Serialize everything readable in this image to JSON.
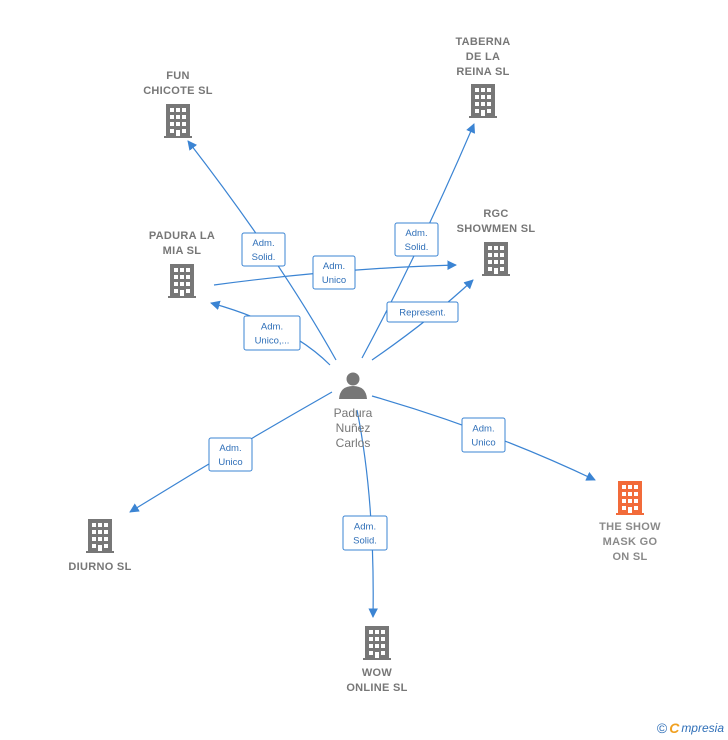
{
  "center": {
    "lines": [
      "Padura",
      "Nuñez",
      "Carlos"
    ],
    "icon": "person-icon"
  },
  "companies": [
    {
      "id": "fun-chicote",
      "lines": [
        "FUN",
        "CHICOTE  SL"
      ],
      "icon": "building-icon",
      "color": "#777777",
      "highlight": false
    },
    {
      "id": "taberna",
      "lines": [
        "TABERNA",
        "DE LA",
        "REINA  SL"
      ],
      "icon": "building-icon",
      "color": "#777777",
      "highlight": false
    },
    {
      "id": "padura-la-mia",
      "lines": [
        "PADURA LA",
        "MIA  SL"
      ],
      "icon": "building-icon",
      "color": "#777777",
      "highlight": false
    },
    {
      "id": "rgc-showmen",
      "lines": [
        "RGC",
        "SHOWMEN  SL"
      ],
      "icon": "building-icon",
      "color": "#777777",
      "highlight": false
    },
    {
      "id": "diurno",
      "lines": [
        "DIURNO SL"
      ],
      "icon": "building-icon",
      "color": "#777777",
      "highlight": false
    },
    {
      "id": "wow-online",
      "lines": [
        "WOW",
        "ONLINE SL"
      ],
      "icon": "building-icon",
      "color": "#777777",
      "highlight": false
    },
    {
      "id": "the-show-mask",
      "lines": [
        "THE SHOW",
        "MASK GO",
        "ON  SL"
      ],
      "icon": "building-icon",
      "color": "#f26b3a",
      "highlight": true
    }
  ],
  "edges": [
    {
      "to": "fun-chicote",
      "label": [
        "Adm.",
        "Solid."
      ]
    },
    {
      "to": "taberna",
      "label": [
        "Adm.",
        "Solid."
      ]
    },
    {
      "to": "rgc-showmen",
      "label": [
        "Adm.",
        "Unico"
      ]
    },
    {
      "to": "padura-la-mia",
      "label": [
        "Adm.",
        "Unico,..."
      ]
    },
    {
      "to": "rgc-showmen",
      "label": [
        "Represent."
      ]
    },
    {
      "to": "diurno",
      "label": [
        "Adm.",
        "Unico"
      ]
    },
    {
      "to": "wow-online",
      "label": [
        "Adm.",
        "Solid."
      ]
    },
    {
      "to": "the-show-mask",
      "label": [
        "Adm.",
        "Unico"
      ]
    }
  ],
  "footer": {
    "copyright": "©",
    "brand_initial": "C",
    "brand_rest": "mpresia"
  },
  "colors": {
    "edge": "#3b84d3",
    "node": "#777777",
    "highlight": "#f26b3a"
  }
}
